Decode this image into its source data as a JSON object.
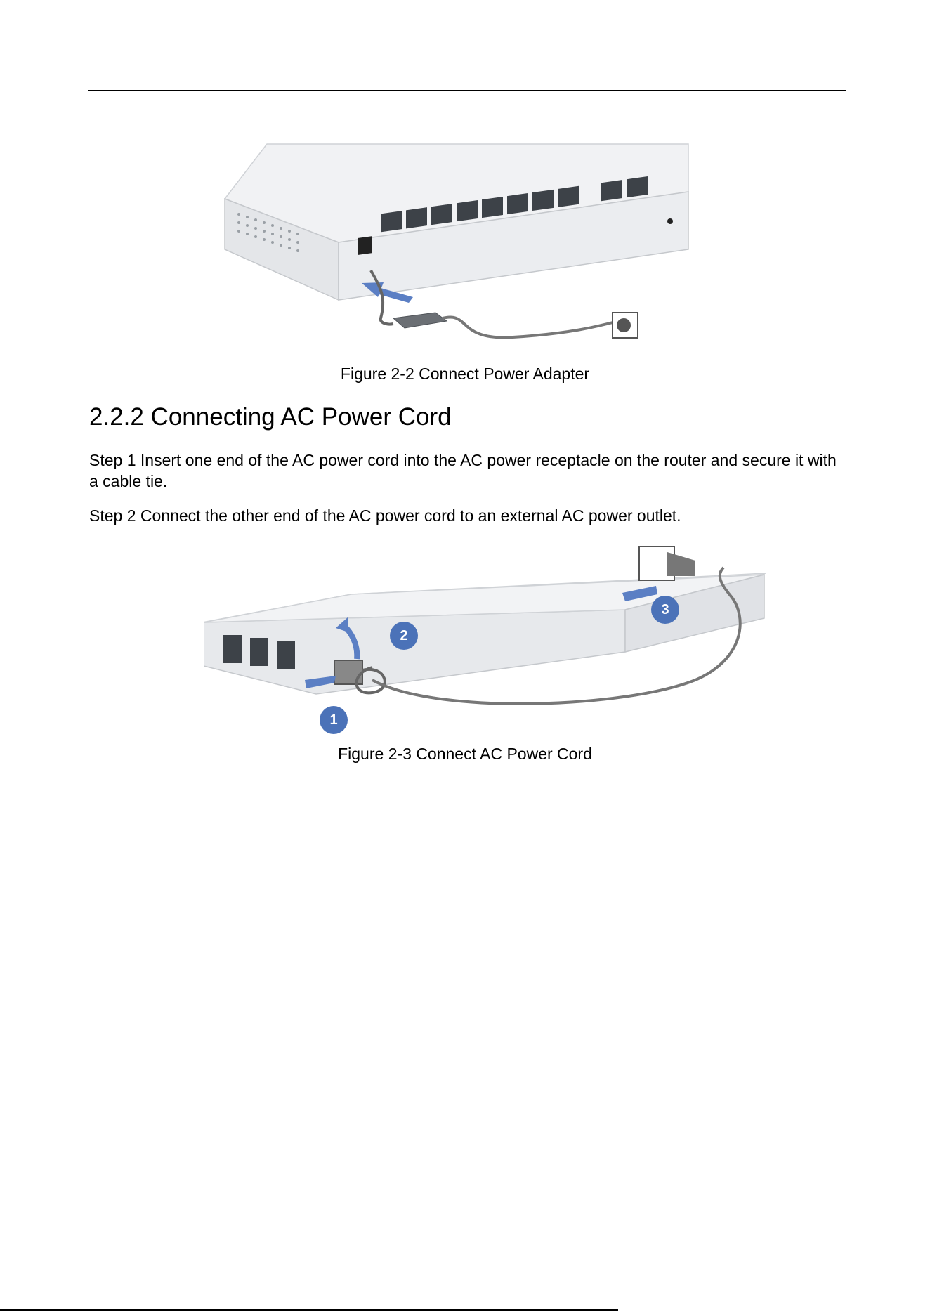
{
  "figure1": {
    "caption": "Figure 2-2 Connect Power Adapter"
  },
  "section": {
    "heading": "2.2.2 Connecting AC Power Cord"
  },
  "steps": [
    "Step 1 Insert one end of the AC power cord into the AC power receptacle on the router and secure it with a cable tie.",
    "Step 2 Connect the other end of the AC power cord to an external AC power outlet."
  ],
  "figure2": {
    "caption": "Figure 2-3 Connect AC Power Cord",
    "callouts": [
      "1",
      "2",
      "3"
    ]
  },
  "colors": {
    "callout_blue": "#4b72b8",
    "arrow_blue": "#5b7fc4"
  }
}
